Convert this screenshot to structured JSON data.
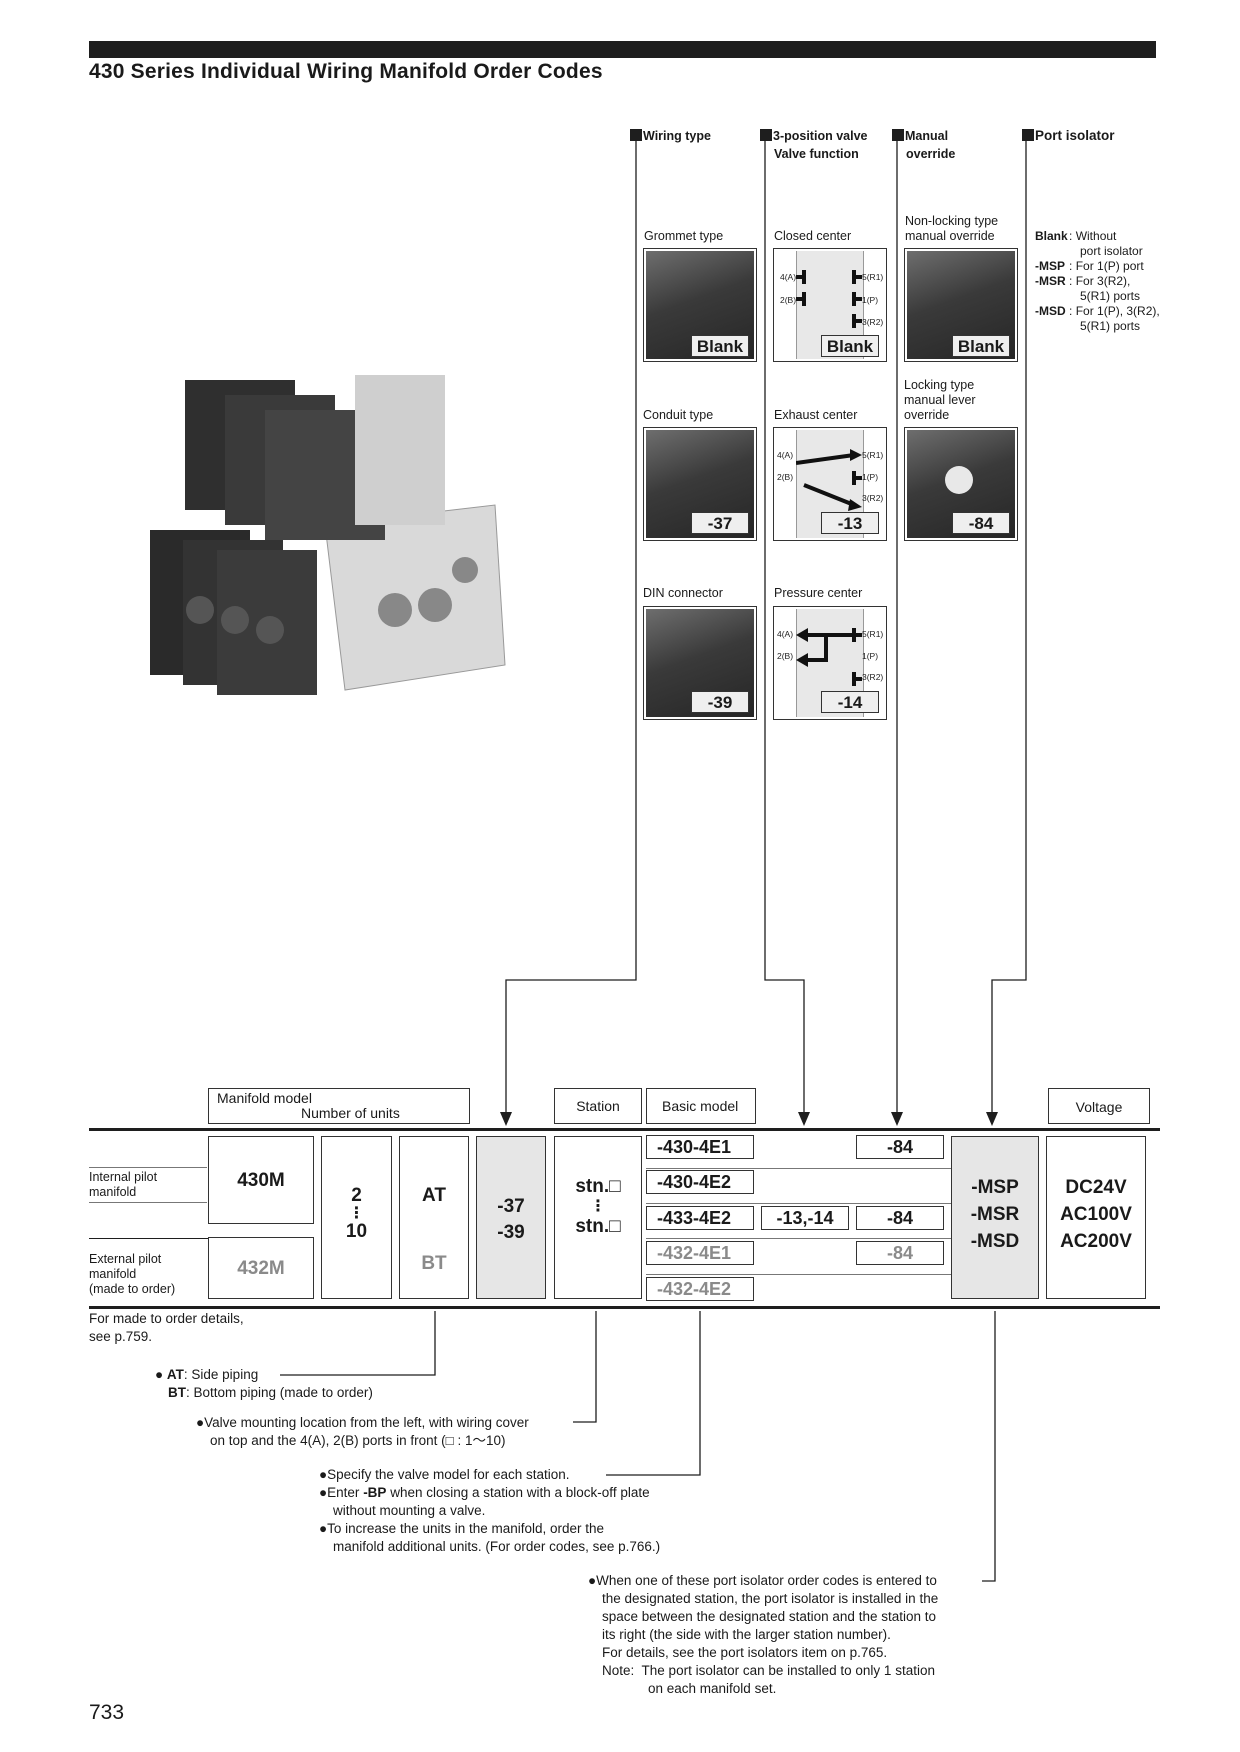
{
  "page": {
    "title": "430 Series Individual Wiring Manifold Order Codes",
    "number": "733"
  },
  "sections": {
    "wiring": {
      "title": "Wiring type"
    },
    "valve": {
      "title_line1": "3-position valve",
      "title_line2": "Valve function"
    },
    "manual": {
      "title_line1": "Manual",
      "title_line2": "override"
    },
    "isolator": {
      "title": "Port isolator"
    }
  },
  "wiring_options": [
    {
      "label": "Grommet type",
      "code": "Blank"
    },
    {
      "label": "Conduit type",
      "code": "-37"
    },
    {
      "label": "DIN connector",
      "code": "-39"
    }
  ],
  "valve_options": [
    {
      "label": "Closed center",
      "code": "Blank"
    },
    {
      "label": "Exhaust center",
      "code": "-13"
    },
    {
      "label": "Pressure center",
      "code": "-14"
    }
  ],
  "valve_ports": {
    "a": "4(A)",
    "b": "2(B)",
    "r1": "5(R1)",
    "p": "1(P)",
    "r2": "3(R2)"
  },
  "manual_options": [
    {
      "label_line1": "Non-locking type",
      "label_line2": "manual override",
      "label_line3": "",
      "code": "Blank"
    },
    {
      "label_line1": "Locking type",
      "label_line2": "manual lever",
      "label_line3": "override",
      "code": "-84"
    }
  ],
  "isolator_list": [
    {
      "code": "Blank",
      "sep": ":",
      "desc1": "Without",
      "desc2": "port isolator"
    },
    {
      "code": "-MSP",
      "sep": ":",
      "desc1": "For 1(P) port",
      "desc2": ""
    },
    {
      "code": "-MSR",
      "sep": ":",
      "desc1": "For 3(R2),",
      "desc2": "5(R1) ports"
    },
    {
      "code": "-MSD",
      "sep": ":",
      "desc1": "For 1(P), 3(R2),",
      "desc2": "5(R1) ports"
    }
  ],
  "table": {
    "headers": {
      "manifold_model": "Manifold model",
      "number_of_units": "Number of units",
      "station": "Station",
      "basic_model": "Basic model",
      "voltage": "Voltage"
    },
    "row_labels": {
      "internal_line1": "Internal pilot",
      "internal_line2": "manifold",
      "external_line1": "External pilot",
      "external_line2": "manifold",
      "external_line3": "(made to order)"
    },
    "manifold": {
      "internal": "430M",
      "external": "432M"
    },
    "units": {
      "top": "2",
      "dots": "⋮",
      "bottom": "10"
    },
    "piping": {
      "a": "AT",
      "b": "BT"
    },
    "wiring": {
      "a": "-37",
      "b": "-39"
    },
    "station": {
      "top": "stn.□",
      "dots": "⋮",
      "bottom": "stn.□"
    },
    "basic_models": [
      "-430-4E1",
      "-430-4E2",
      "-433-4E2",
      "-432-4E1",
      "-432-4E2"
    ],
    "valve_fn": "-13,-14",
    "manual_codes": [
      "-84",
      "-84",
      "-84"
    ],
    "isolator_codes": [
      "-MSP",
      "-MSR",
      "-MSD"
    ],
    "voltages": [
      "DC24V",
      "AC100V",
      "AC200V"
    ]
  },
  "notes": {
    "made_to_order_1": "For made to order details,",
    "made_to_order_2": "see p.759.",
    "at_code": "AT",
    "at_desc": ": Side piping",
    "bt_code": "BT",
    "bt_desc": ": Bottom piping (made to order)",
    "mount_1": "Valve mounting location from the left, with wiring cover",
    "mount_2": "on top and the 4(A), 2(B) ports in front (□ : 1〜10)",
    "spec_1": "Specify the valve model for each station.",
    "bp_1a": "Enter ",
    "bp_code": "-BP",
    "bp_1b": " when closing a station with a block-off plate",
    "bp_2": "without mounting a valve.",
    "inc_1": "To increase the units in the manifold, order the",
    "inc_2": "manifold additional units. (For order codes, see p.766.)",
    "iso_1": "When one of these port isolator order codes is entered to",
    "iso_2": "the designated station, the port isolator is installed in the",
    "iso_3": "space between the designated station and the station to",
    "iso_4": "its right (the side with the larger station number).",
    "iso_5": "For details, see the port isolators item on p.765.",
    "iso_6a": "Note:",
    "iso_6b": "The port isolator can be installed to only 1 station",
    "iso_7": "on each manifold set."
  }
}
